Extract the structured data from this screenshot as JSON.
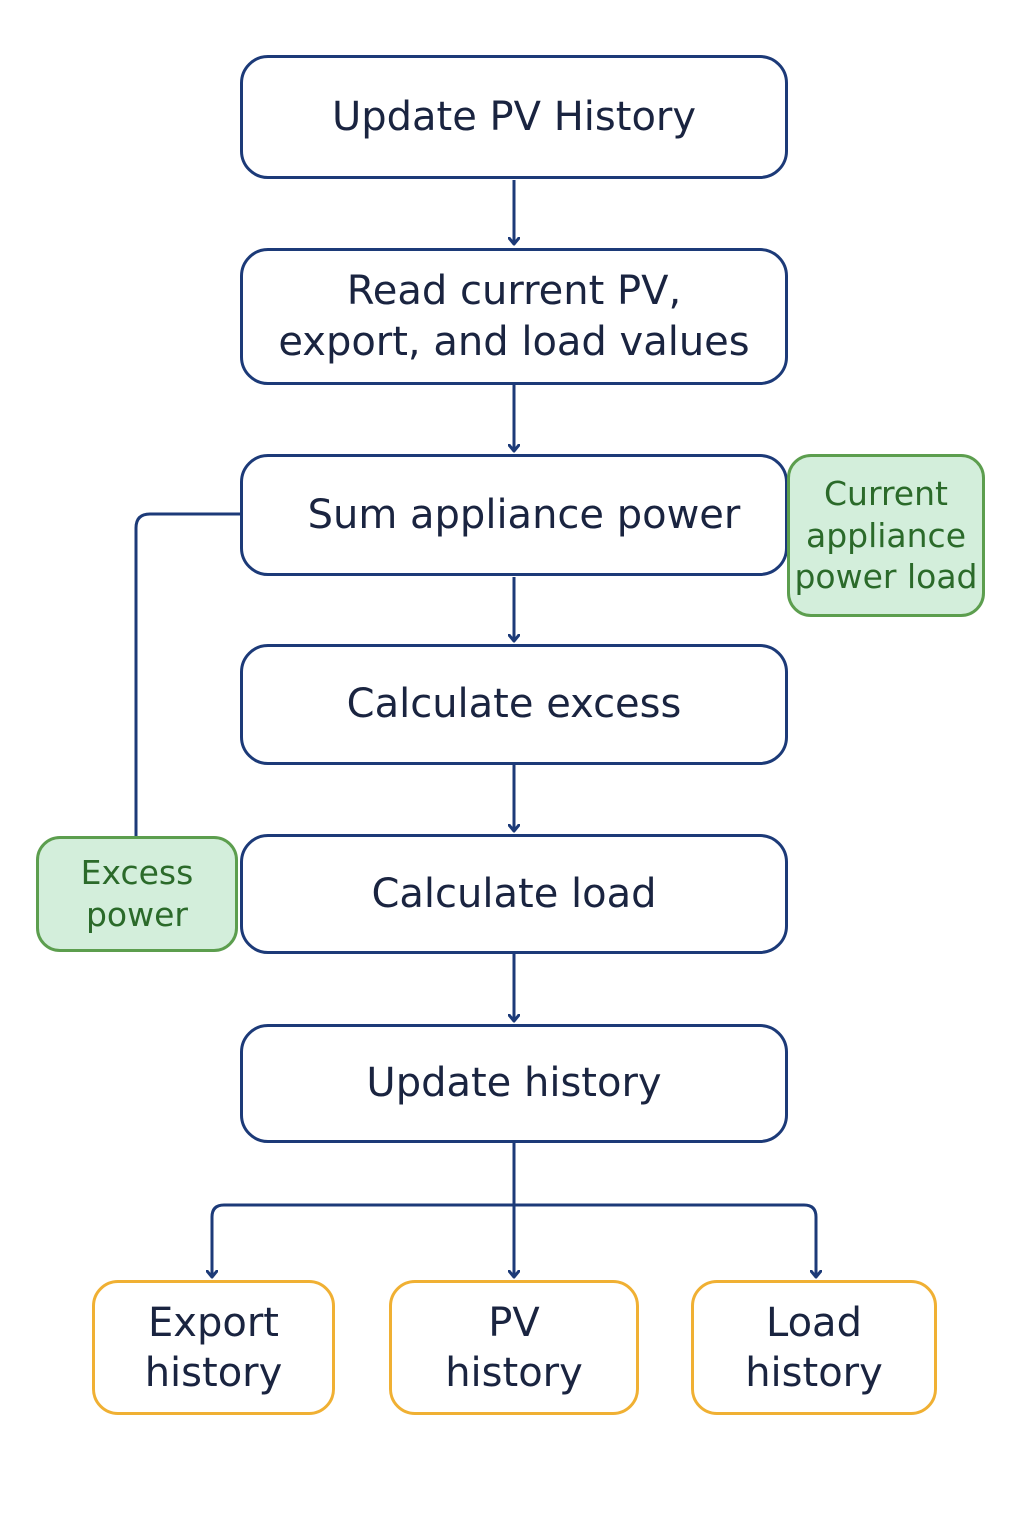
{
  "diagram": {
    "steps": [
      {
        "id": "update-pv-history",
        "label": "Update PV History"
      },
      {
        "id": "read-current-values",
        "label": "Read current PV,\nexport, and load values"
      },
      {
        "id": "sum-appliance-power",
        "label": "Sum appliance power"
      },
      {
        "id": "calculate-excess",
        "label": "Calculate excess"
      },
      {
        "id": "calculate-load",
        "label": "Calculate load"
      },
      {
        "id": "update-history",
        "label": "Update history"
      }
    ],
    "notes": [
      {
        "id": "current-appliance-power-load",
        "label": "Current\nappliance\npower load"
      },
      {
        "id": "excess-power",
        "label": "Excess\npower"
      }
    ],
    "outputs": [
      {
        "id": "export-history",
        "label": "Export\nhistory"
      },
      {
        "id": "pv-history",
        "label": "PV\nhistory"
      },
      {
        "id": "load-history",
        "label": "Load\nhistory"
      }
    ]
  },
  "colors": {
    "step_border": "#1c3a78",
    "step_text": "#1a2440",
    "connector": "#1c3a78",
    "note_fill": "#d3eedb",
    "note_border": "#5c9e4e",
    "note_text": "#2b6a2a",
    "output_border": "#f0b033"
  }
}
